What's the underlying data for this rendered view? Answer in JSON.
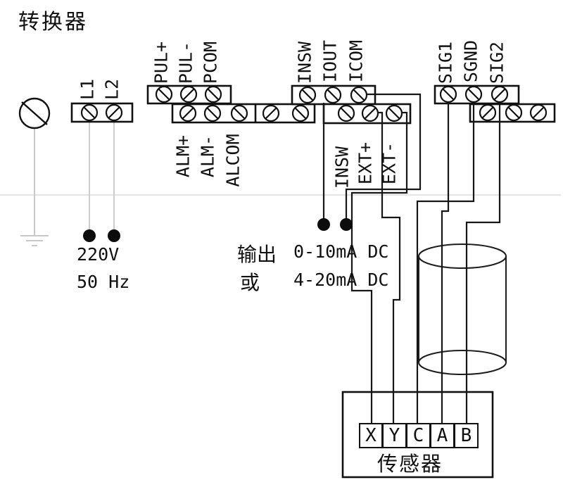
{
  "title": "转换器",
  "power": {
    "terminals": [
      "L1",
      "L2"
    ],
    "voltage": "220V",
    "frequency": "50 Hz"
  },
  "output": {
    "label": "输出",
    "or_label": "或",
    "range_1": "0-10mA DC",
    "range_2": "4-20mA DC"
  },
  "terminal_blocks": {
    "pulse": [
      "PUL+",
      "PUL-",
      "PCOM"
    ],
    "alarm": [
      "ALM+",
      "ALM-",
      "ALCOM"
    ],
    "input_upper": [
      "INSW",
      "IOUT",
      "ICOM"
    ],
    "input_lower": [
      "INSW",
      "EXT+",
      "EXT-"
    ],
    "signal": [
      "SIG1",
      "SGND",
      "SIG2"
    ]
  },
  "sensor": {
    "name": "传感器",
    "terminals": [
      "X",
      "Y",
      "C",
      "A",
      "B"
    ]
  },
  "colors": {
    "wire": "#161616",
    "faded": "#c8c8c8"
  },
  "connections": [
    {
      "from": "L1/L2",
      "to": "220V 50 Hz supply"
    },
    {
      "from": "IOUT",
      "to": "output +"
    },
    {
      "from": "ICOM",
      "to": "output -"
    },
    {
      "from": "EXT+",
      "to": "sensor Y"
    },
    {
      "from": "EXT-",
      "to": "sensor X"
    },
    {
      "from": "SGND",
      "to": "sensor C"
    },
    {
      "from": "SIG1",
      "to": "sensor A"
    },
    {
      "from": "SIG2",
      "to": "sensor B"
    }
  ]
}
